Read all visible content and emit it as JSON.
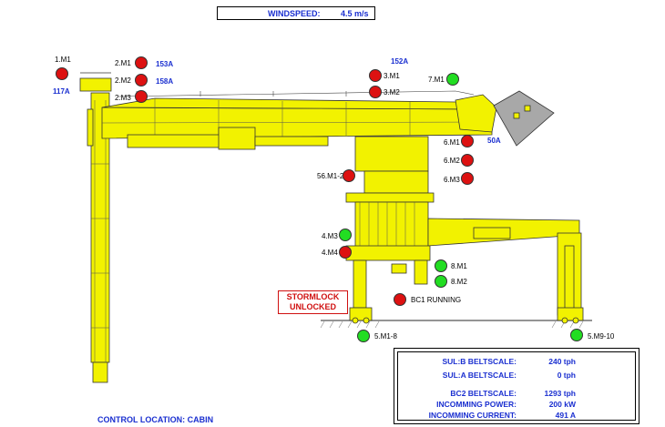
{
  "header": {
    "windspeed_label": "WINDSPEED:",
    "windspeed_value": "4.5 m/s"
  },
  "currents": {
    "c153": "153A",
    "c158": "158A",
    "c117": "117A",
    "c152": "152A",
    "c50": "50A"
  },
  "indicators": [
    {
      "label": "1.M1",
      "status": "red"
    },
    {
      "label": "2.M1",
      "status": "red"
    },
    {
      "label": "2.M2",
      "status": "red"
    },
    {
      "label": "2.M3",
      "status": "red"
    },
    {
      "label": "3.M1",
      "status": "red"
    },
    {
      "label": "3.M2",
      "status": "red"
    },
    {
      "label": "7.M1",
      "status": "green"
    },
    {
      "label": "6.M1",
      "status": "red"
    },
    {
      "label": "6.M2",
      "status": "red"
    },
    {
      "label": "6.M3",
      "status": "red"
    },
    {
      "label": "56.M1-2",
      "status": "red"
    },
    {
      "label": "4.M3",
      "status": "green"
    },
    {
      "label": "4.M4",
      "status": "red"
    },
    {
      "label": "8.M1",
      "status": "green"
    },
    {
      "label": "8.M2",
      "status": "green"
    },
    {
      "label": "BC1 RUNNING",
      "status": "red"
    },
    {
      "label": "5.M1-8",
      "status": "green"
    },
    {
      "label": "5.M9-10",
      "status": "green"
    }
  ],
  "alarm": {
    "line1": "STORMLOCK",
    "line2": "UNLOCKED"
  },
  "panel": {
    "rows": [
      {
        "label": "SUL:B BELTSCALE:",
        "value": "240 tph"
      },
      {
        "label": "SUL:A BELTSCALE:",
        "value": "0 tph"
      },
      {
        "label": "BC2 BELTSCALE:",
        "value": "1293 tph"
      },
      {
        "label": "INCOMMING POWER:",
        "value": "200 kW"
      },
      {
        "label": "INCOMMING CURRENT:",
        "value": "491 A"
      }
    ]
  },
  "footer": {
    "control_location": "CONTROL LOCATION: CABIN"
  },
  "colors": {
    "machine": "#f2f200",
    "alarm": "#d01010",
    "accent": "#1a2fd0",
    "on": "#22dd22",
    "off": "#dd1111"
  }
}
